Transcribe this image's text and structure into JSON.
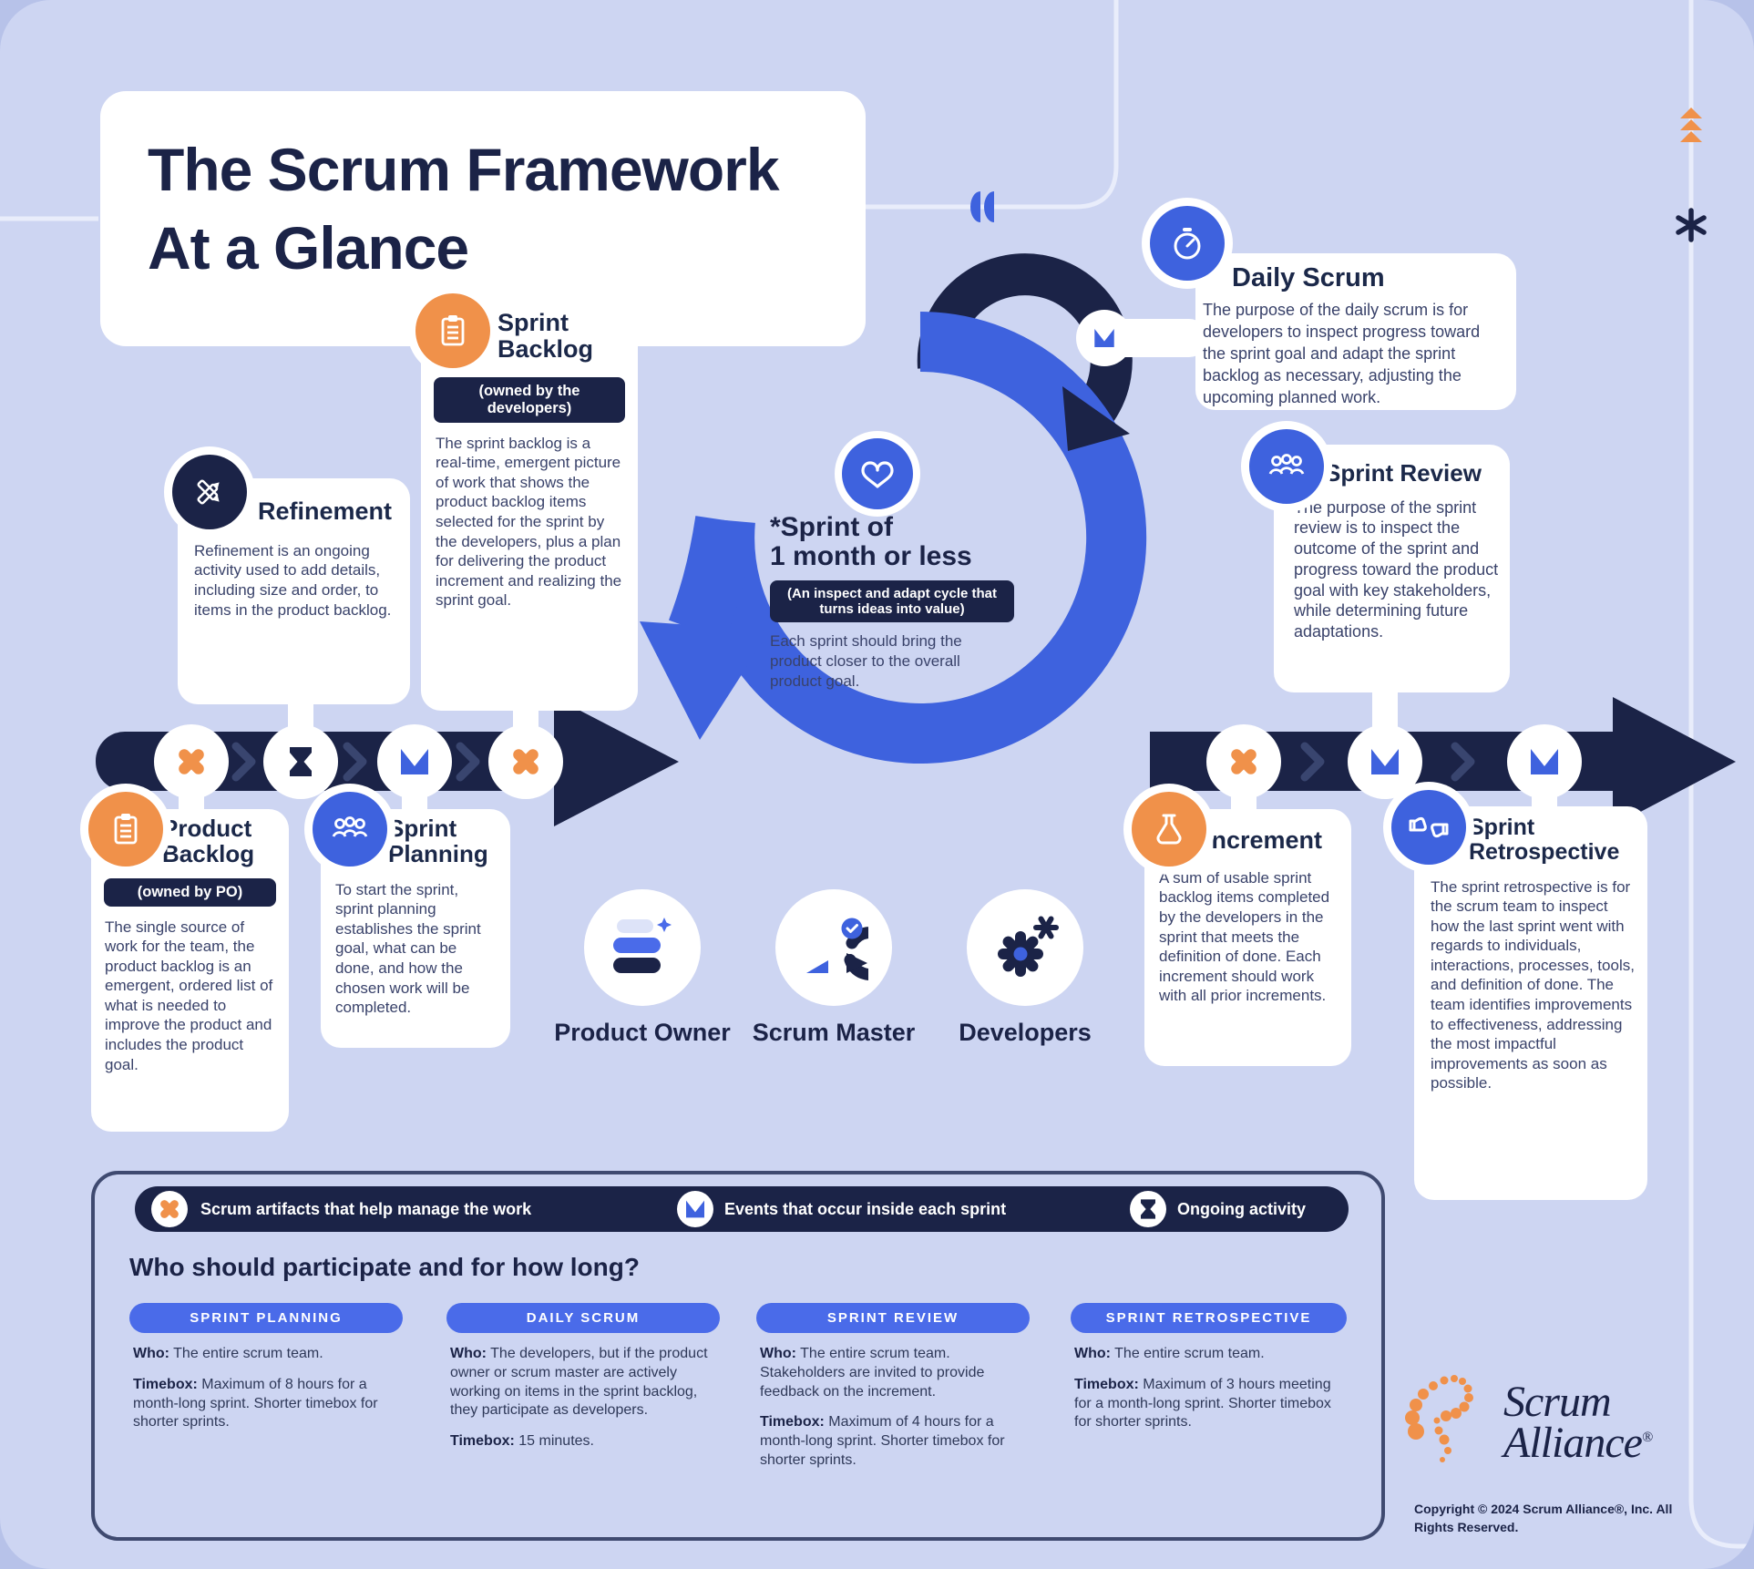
{
  "title": {
    "line1": "The Scrum Framework",
    "line2": "At a Glance"
  },
  "cards": {
    "sprint_backlog": {
      "title": "Sprint Backlog",
      "badge": "(owned by the developers)",
      "body": "The sprint backlog is a real-time, emergent picture of work that shows the product backlog items selected for the sprint by the developers, plus a plan for delivering the product increment and realizing the sprint goal."
    },
    "refinement": {
      "title": "Refinement",
      "body": "Refinement is an ongoing activity used to add details, including size and order, to items in the product backlog."
    },
    "daily_scrum": {
      "title": "Daily Scrum",
      "body": "The purpose of the daily scrum is for developers to inspect progress toward the sprint goal and adapt the sprint backlog as necessary, adjusting the upcoming planned work."
    },
    "sprint_review": {
      "title": "Sprint Review",
      "body": "The purpose of the sprint review is to inspect the outcome of the sprint and progress toward the product goal with key stakeholders, while determining future adaptations."
    },
    "product_backlog": {
      "title": "Product Backlog",
      "badge": "(owned by PO)",
      "body": "The single source of work for the team, the product backlog is an emergent, ordered list of what is needed to improve the product and includes the product goal."
    },
    "sprint_planning": {
      "title": "Sprint Planning",
      "body": "To start the sprint, sprint planning establishes the sprint goal, what can be done, and how the chosen work will be completed."
    },
    "increment": {
      "title": "Increment",
      "body": "A sum of usable sprint backlog items completed by the developers in the sprint that meets the definition of done. Each increment should work with all prior increments."
    },
    "sprint_retrospective": {
      "title": "Sprint Retrospective",
      "body": "The sprint retrospective is for the scrum team to inspect how the last sprint went with regards to individuals, interactions, processes, tools, and definition of done. The team identifies improvements to effectiveness, addressing the most impactful improvements as soon as possible."
    }
  },
  "sprint_cycle": {
    "title_line1": "*Sprint of",
    "title_line2": "1 month or less",
    "note": "(An inspect and adapt cycle that turns ideas into value)",
    "body": "Each sprint should bring the product closer to the overall product goal."
  },
  "roles": [
    {
      "label": "Product Owner",
      "icon": "layers-sparkle-icon"
    },
    {
      "label": "Scrum Master",
      "icon": "scrum-loop-check-icon"
    },
    {
      "label": "Developers",
      "icon": "gears-icon"
    }
  ],
  "legend": {
    "items": [
      {
        "label": "Scrum artifacts that help manage the work",
        "icon": "artifact-x-icon"
      },
      {
        "label": "Events that occur inside each sprint",
        "icon": "event-flag-icon"
      },
      {
        "label": "Ongoing activity",
        "icon": "hourglass-icon"
      }
    ]
  },
  "participation": {
    "heading": "Who should participate and for how long?",
    "who_label": "Who:",
    "timebox_label": "Timebox:",
    "columns": [
      {
        "header": "SPRINT PLANNING",
        "who": "The entire scrum team.",
        "timebox": "Maximum of 8 hours for a month-long sprint. Shorter timebox for shorter sprints."
      },
      {
        "header": "DAILY SCRUM",
        "who": "The developers, but if the product owner or scrum master are actively working on items in the sprint backlog, they participate as developers.",
        "timebox": "15 minutes."
      },
      {
        "header": "SPRINT REVIEW",
        "who": "The entire scrum team. Stakeholders are invited to provide feedback on the increment.",
        "timebox": "Maximum of 4 hours for a month-long sprint. Shorter timebox for shorter sprints."
      },
      {
        "header": "SPRINT RETROSPECTIVE",
        "who": "The entire scrum team.",
        "timebox": "Maximum of 3 hours meeting for a month-long sprint. Shorter timebox for shorter sprints."
      }
    ]
  },
  "footer": {
    "brand_line1": "Scrum",
    "brand_line2": "Alliance",
    "trademark": "®",
    "copyright": "Copyright © 2024 Scrum Alliance®, Inc. All Rights Reserved."
  },
  "colors": {
    "navy": "#1b2347",
    "blue": "#3e62de",
    "orange": "#f0914a",
    "background": "#cdd5f2",
    "pill_blue": "#4a6be9",
    "card": "#ffffff"
  }
}
